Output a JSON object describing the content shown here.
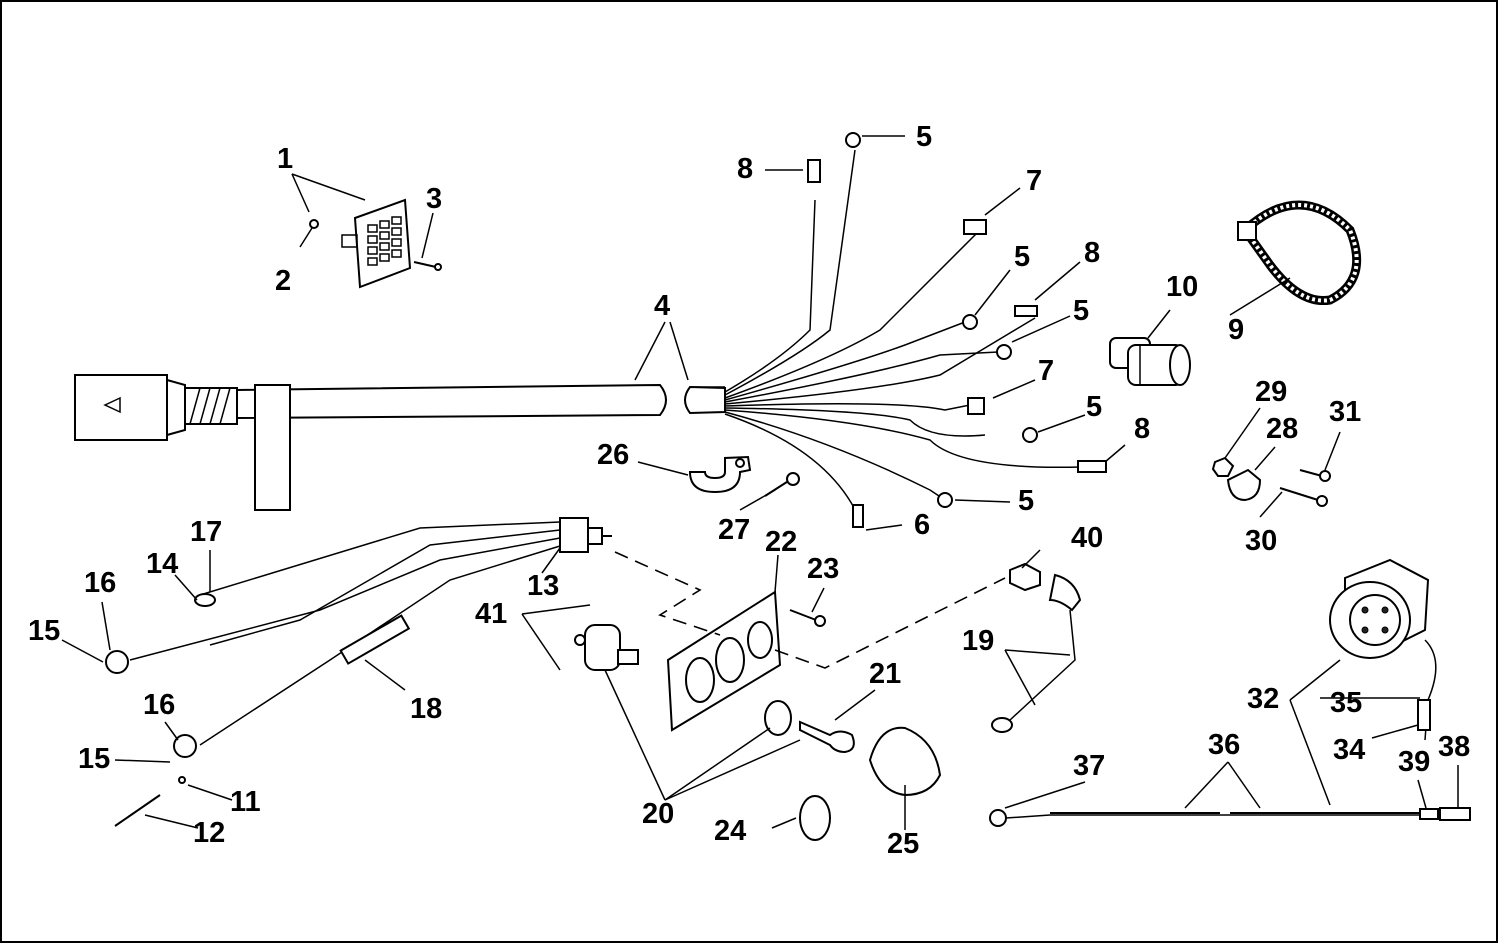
{
  "diagram": {
    "callouts": [
      "1",
      "2",
      "3",
      "4",
      "5",
      "6",
      "7",
      "8",
      "9",
      "10",
      "11",
      "12",
      "13",
      "14",
      "15",
      "16",
      "17",
      "18",
      "19",
      "20",
      "21",
      "22",
      "23",
      "24",
      "25",
      "26",
      "27",
      "28",
      "29",
      "30",
      "31",
      "32",
      "34",
      "35",
      "36",
      "37",
      "38",
      "39",
      "40",
      "41"
    ]
  }
}
